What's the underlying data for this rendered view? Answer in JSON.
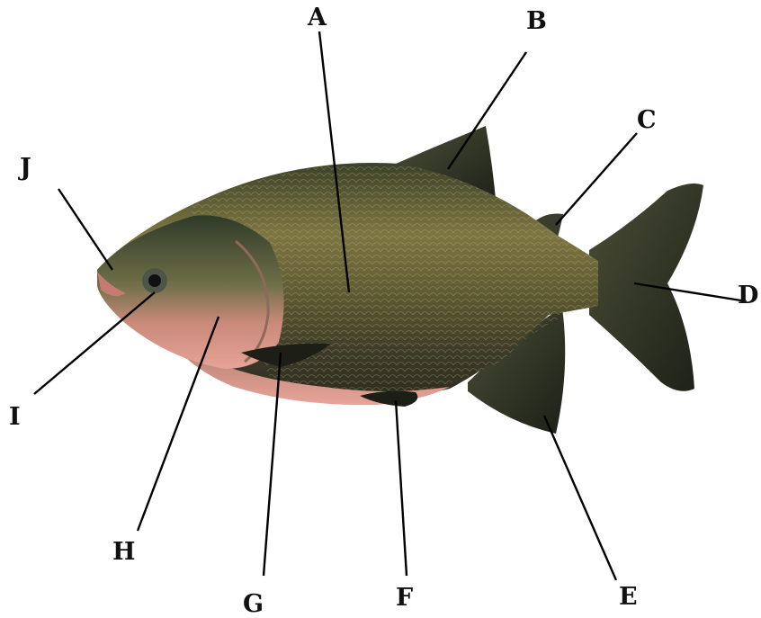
{
  "labels": {
    "a": "A",
    "b": "B",
    "c": "C",
    "d": "D",
    "e": "E",
    "f": "F",
    "g": "G",
    "h": "H",
    "i": "I",
    "j": "J"
  },
  "colors": {
    "background": "#ffffff",
    "back_dark": "#2b3322",
    "body_olive": "#6e6a3a",
    "scales_gold": "#9b8f55",
    "belly_pink": "#d9928a",
    "fin_dark": "#22261c",
    "leader_line": "#000000"
  }
}
